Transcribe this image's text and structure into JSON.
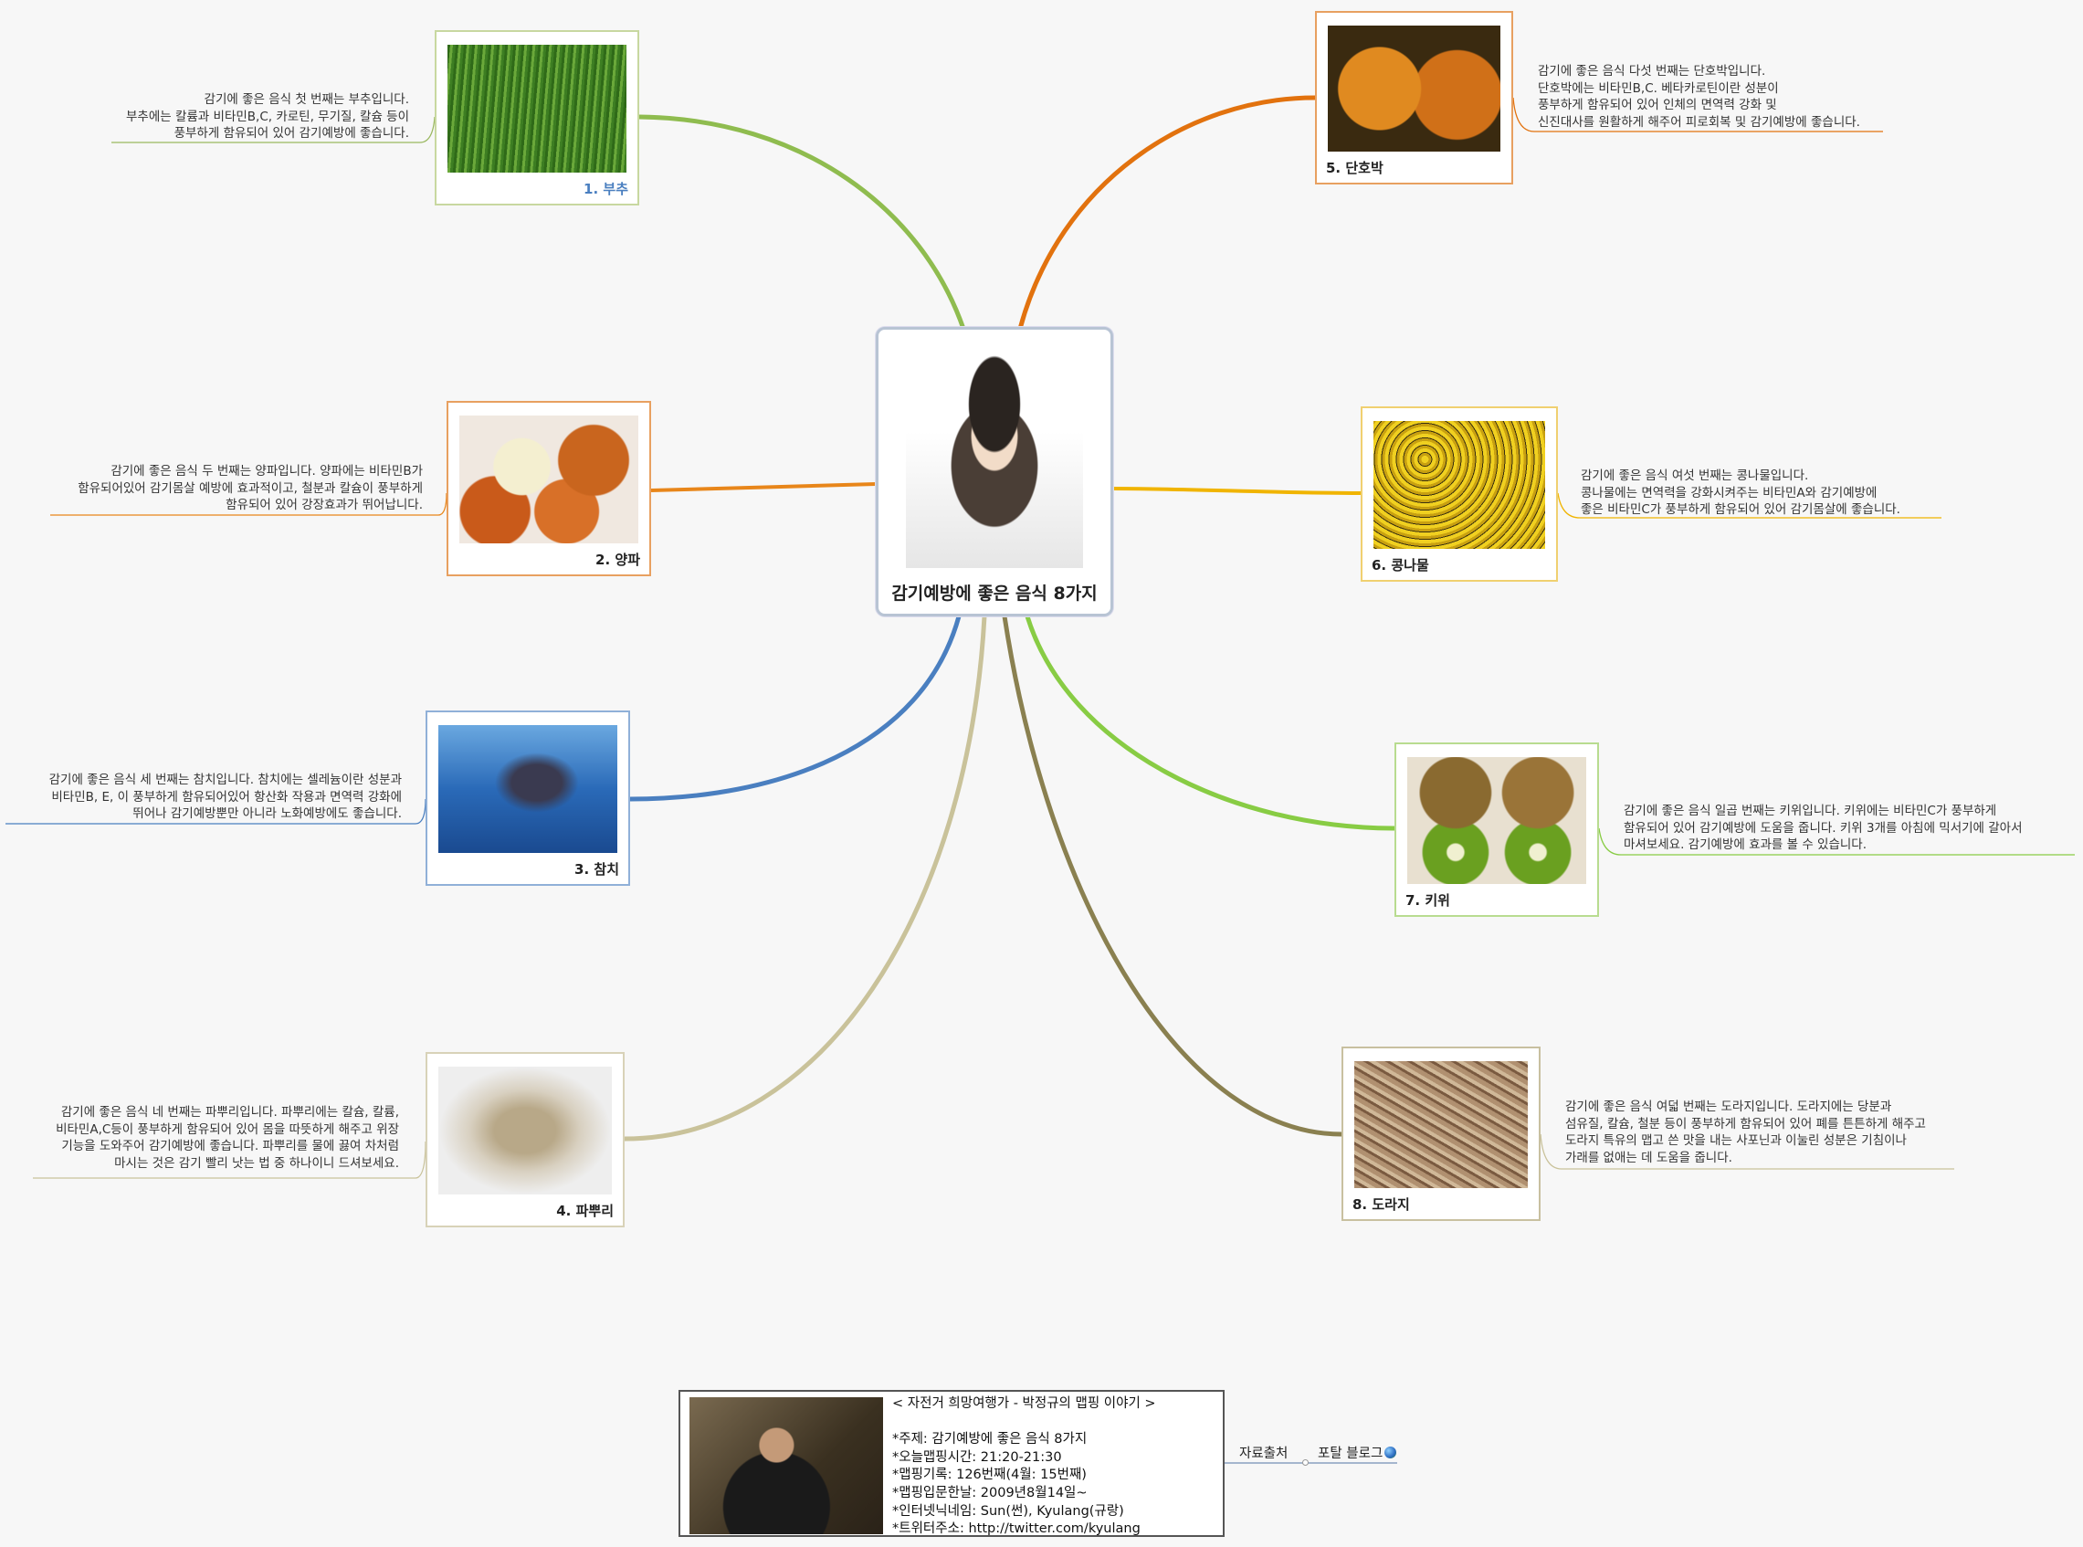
{
  "central": {
    "title": "감기예방에 좋은 음식 8가지"
  },
  "foods": [
    {
      "label": "1. 부추",
      "color": "#8fbc4f",
      "desc": [
        "감기에 좋은 음식 첫 번째는 부추입니다.",
        "부추에는 칼륨과 비타민B,C, 카로틴, 무기질, 칼슘 등이",
        "풍부하게 함유되어 있어 감기예방에 좋습니다."
      ]
    },
    {
      "label": "2. 양파",
      "color": "#e8861a",
      "desc": [
        "감기에 좋은 음식 두 번째는 양파입니다. 양파에는 비타민B가",
        "함유되어있어 감기몸살 예방에 효과적이고, 철분과 칼슘이 풍부하게",
        "함유되어 있어 강장효과가 뛰어납니다."
      ]
    },
    {
      "label": "3. 참치",
      "color": "#4a7fc0",
      "desc": [
        "감기에 좋은 음식 세 번째는 참치입니다. 참치에는 셀레늄이란 성분과",
        "비타민B, E, 이 풍부하게 함유되어있어 항산화 작용과 면역력 강화에",
        "뛰어나 감기예방뿐만 아니라 노화예방에도 좋습니다."
      ]
    },
    {
      "label": "4. 파뿌리",
      "color": "#c9c29a",
      "desc": [
        "감기에 좋은 음식 네 번째는 파뿌리입니다. 파뿌리에는 칼슘, 칼륨,",
        "비타민A,C등이 풍부하게 함유되어 있어 몸을 따뜻하게 해주고 위장",
        "기능을 도와주어 감기예방에 좋습니다. 파뿌리를 물에 끓여 차처럼",
        "마시는 것은 감기 빨리 낫는 법 중 하나이니 드셔보세요."
      ]
    },
    {
      "label": "5. 단호박",
      "color": "#e2720e",
      "desc": [
        "감기에 좋은 음식 다섯 번째는 단호박입니다.",
        "단호박에는 비타민B,C. 베타카로틴이란 성분이",
        "풍부하게 함유되어 있어 인체의 면역력 강화 및",
        "신진대사를 원활하게 해주어 피로회복 및 감기예방에 좋습니다."
      ]
    },
    {
      "label": "6. 콩나물",
      "color": "#f0b400",
      "desc": [
        "감기에 좋은 음식 여섯 번째는 콩나물입니다.",
        "콩나물에는 면역력을 강화시켜주는 비타민A와 감기예방에",
        "좋은 비타민C가 풍부하게 함유되어 있어 감기몸살에 좋습니다."
      ]
    },
    {
      "label": "7. 키위",
      "color": "#88cc44",
      "desc": [
        "감기에 좋은 음식 일곱 번째는 키위입니다. 키위에는 비타민C가 풍부하게",
        "함유되어 있어 감기예방에 도움을 줍니다. 키위 3개를 아침에 믹서기에 갈아서",
        "마셔보세요. 감기예방에 효과를 볼 수 있습니다."
      ]
    },
    {
      "label": "8. 도라지",
      "color": "#8a8050",
      "desc": [
        "감기에 좋은 음식 여덟 번째는 도라지입니다. 도라지에는 당분과",
        "섬유질, 칼슘, 철분 등이 풍부하게 함유되어 있어 폐를 튼튼하게 해주고",
        "도라지 특유의 맵고 쓴 맛을 내는 사포닌과 이눌린 성분은 기침이나",
        "가래를 없애는 데 도움을 줍니다."
      ]
    }
  ],
  "info": {
    "lines": [
      "< 자전거 희망여행가 - 박정규의 맵핑 이야기 >",
      "",
      "*주제: 감기예방에 좋은 음식 8가지",
      "*오늘맵핑시간: 21:20-21:30",
      "*맵핑기록: 126번째(4월: 15번째)",
      "*맵핑입문한날: 2009년8월14일~",
      "*인터넷닉네임: Sun(썬), Kyulang(규랑)",
      "*트위터주소: http://twitter.com/kyulang"
    ],
    "source_label": "자료출처",
    "blog_label": "포탈 블로그"
  }
}
